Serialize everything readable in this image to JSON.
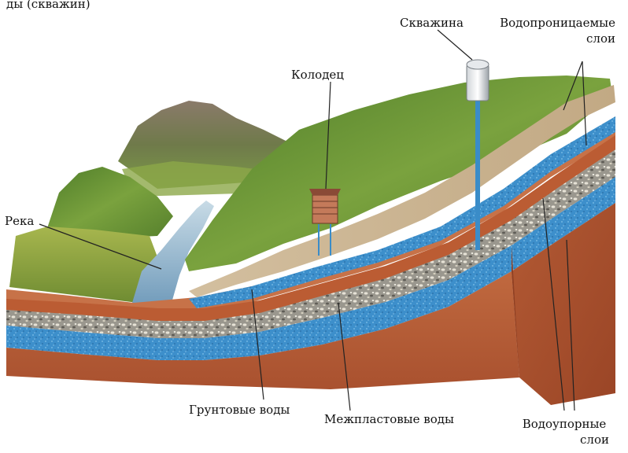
{
  "header_fragment": "ды (скважин)",
  "labels": {
    "skvazhina": "Скважина",
    "vodopronitsaemye_line1": "Водопроницаемые",
    "vodopronitsaemye_line2": "слои",
    "kolodets": "Колодец",
    "reka": "Река",
    "gruntovye": "Грунтовые воды",
    "mezhplastovye": "Межпластовые воды",
    "vodoupornye_line1": "Водоупорные",
    "vodoupornye_line2": "слои"
  },
  "colors": {
    "aquifer_blue": "#3a8cc8",
    "clay_red": "#b8603a",
    "gravel_grey": "#8c8a82",
    "sand_beige": "#cdb594",
    "grass_green": "#6c9a3a",
    "river_blue": "#7aa9c8"
  }
}
